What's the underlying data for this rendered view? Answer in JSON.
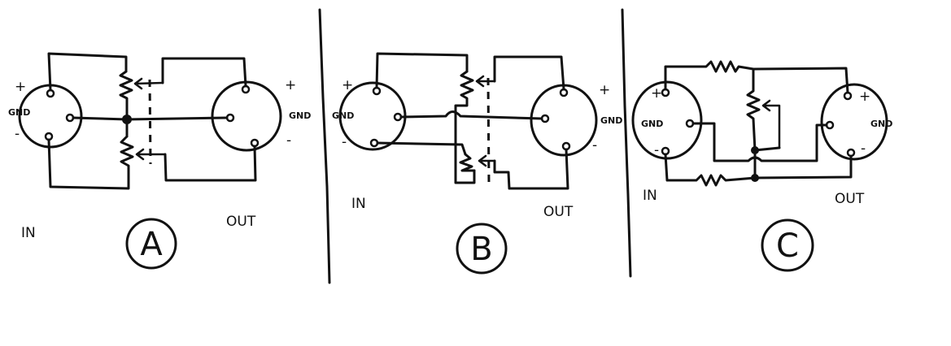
{
  "dividers": 2,
  "diagram_a": {
    "letter": "A",
    "in_label": "IN",
    "out_label": "OUT",
    "plus_in": "+",
    "minus_in": "-",
    "gnd_in": "GND",
    "plus_out": "+",
    "minus_out": "-",
    "gnd_out": "GND"
  },
  "diagram_b": {
    "letter": "B",
    "in_label": "IN",
    "out_label": "OUT",
    "plus_in": "+",
    "minus_in": "-",
    "gnd_in": "GND",
    "plus_out": "+",
    "minus_out": "-",
    "gnd_out": "GND"
  },
  "diagram_c": {
    "letter": "C",
    "in_label": "IN",
    "out_label": "OUT",
    "plus_in": "+",
    "minus_in": "-",
    "gnd_in": "GND",
    "plus_out": "+",
    "minus_out": "-",
    "gnd_out": "GND"
  }
}
